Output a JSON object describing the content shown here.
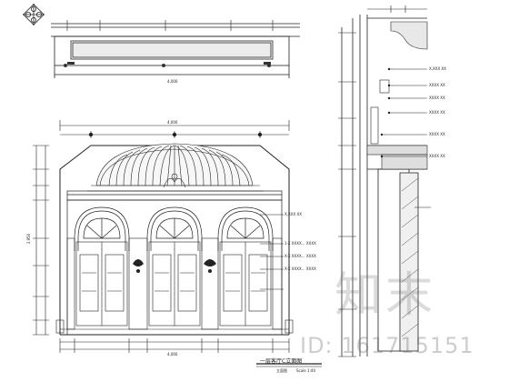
{
  "compass": {
    "n": "N",
    "w": "W",
    "e": "E",
    "s": "S"
  },
  "dims": {
    "top_plan": "4,000",
    "upper_total": "4,000",
    "lower_total": "4,000",
    "side_height": "3,950"
  },
  "callouts_mid": [
    "X,XXX XX",
    "1-X XXXX... XXXX",
    "X-X XXXX... XXXX",
    "X-X XXXX... XXXX"
  ],
  "callouts_right": [
    "X,XXX XX",
    "XXXX XX",
    "XXXX XX",
    "XXXX XX",
    "XXXX XX",
    "XXXX XX"
  ],
  "title_block": {
    "caption": "一层客厅C立面图",
    "sub_left": "立面图",
    "sub_right": "Scale 1:40"
  },
  "watermark": {
    "logo": "知末",
    "id": "ID: 161715151"
  }
}
